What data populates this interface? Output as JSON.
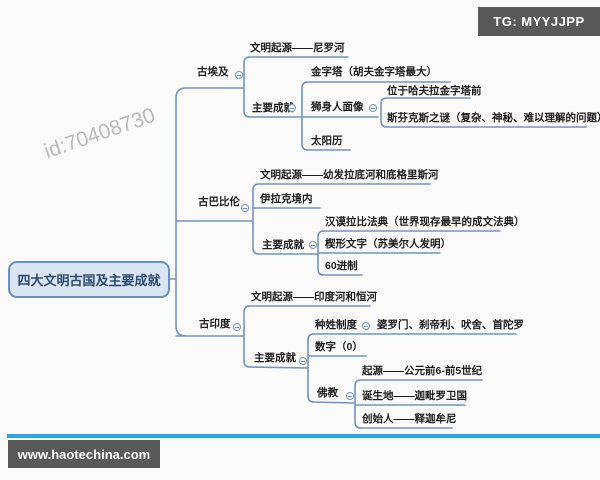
{
  "header": {
    "tg_badge": "TG: MYYJJPP"
  },
  "watermark": "id:70408730",
  "footer": {
    "site": "www.haotechina.com"
  },
  "root": {
    "label": "四大文明古国及主要成就"
  },
  "egypt": {
    "label": "古埃及",
    "origin": "文明起源——尼罗河",
    "achievements_label": "主要成就",
    "pyramid": "金字塔（胡夫金字塔最大）",
    "sphinx": "狮身人面像",
    "sphinx_location": "位于哈夫拉金字塔前",
    "sphinx_riddle": "斯芬克斯之谜（复杂、神秘、难以理解的问题）",
    "solar_calendar": "太阳历"
  },
  "babylon": {
    "label": "古巴比伦",
    "origin": "文明起源——幼发拉底河和底格里斯河",
    "location": "伊拉克境内",
    "achievements_label": "主要成就",
    "hammurabi_code": "汉谟拉比法典（世界现存最早的成文法典）",
    "cuneiform": "楔形文字（苏美尔人发明）",
    "base60": "60进制"
  },
  "india": {
    "label": "古印度",
    "origin": "文明起源——印度河和恒河",
    "achievements_label": "主要成就",
    "caste_system": "种姓制度",
    "caste_levels": "婆罗门、刹帝利、吠舍、首陀罗",
    "digit_zero": "数字（0）",
    "buddhism": "佛教",
    "buddhism_origin": "起源——公元前6-前5世纪",
    "buddhism_birthplace": "诞生地——迦毗罗卫国",
    "buddhism_founder": "创始人——释迦牟尼"
  },
  "colors": {
    "connector": "#7493bf",
    "root_fill": "#dbe6f4",
    "root_border": "#6a8fc0",
    "root_text": "#2b4a6f",
    "divider": "#29a8e0",
    "badge_bg": "#59595a",
    "badge_text": "#ffffff",
    "node_text": "#1d1d1d",
    "watermark_text": "#ababab"
  }
}
